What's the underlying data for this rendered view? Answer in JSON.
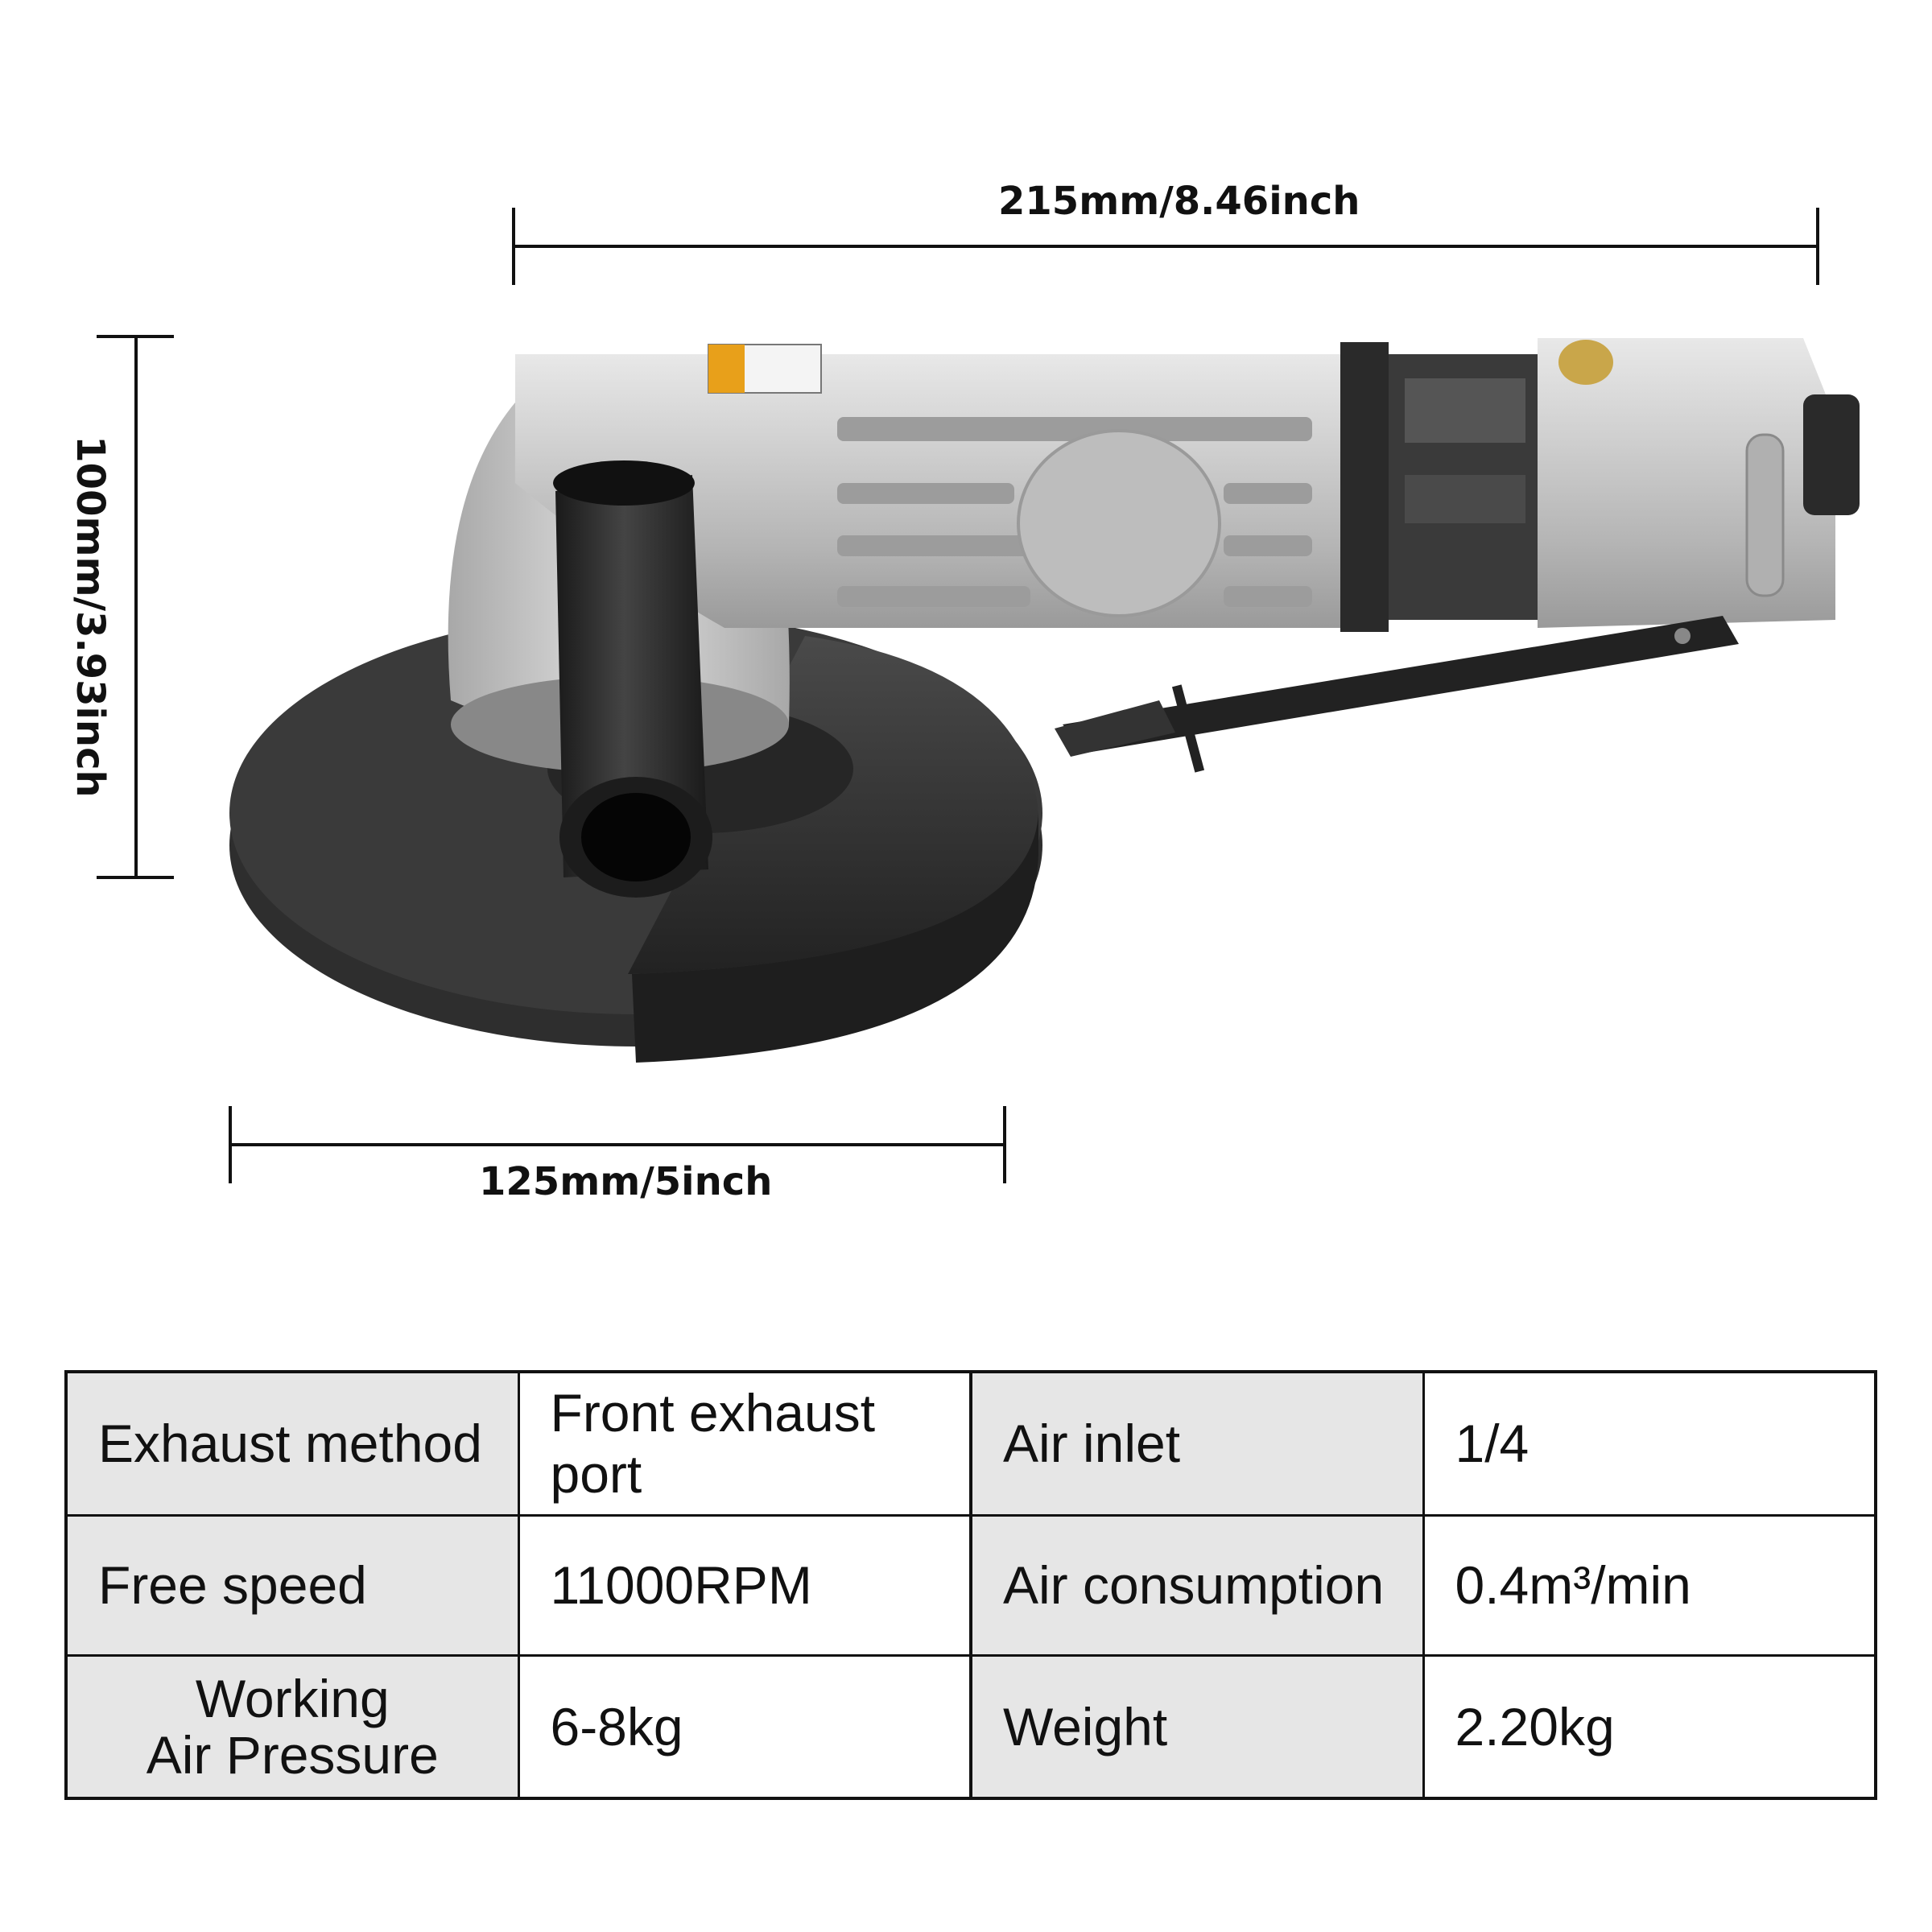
{
  "dimensions": {
    "length": "215mm/8.46inch",
    "height": "100mm/3.93inch",
    "disc": "125mm/5inch"
  },
  "colors": {
    "background": "#ffffff",
    "table_label_cell": "#e6e6e6",
    "tool_body": "#c8c8c8",
    "disc": "#2b2b2b"
  },
  "specs": {
    "rows": [
      {
        "k1": "Exhaust method",
        "v1": "Front exhaust port",
        "k2": "Air inlet",
        "v2": "1/4"
      },
      {
        "k1": "Free speed",
        "v1": "11000RPM",
        "k2": "Air consumption",
        "v2": "0.4m³/min"
      },
      {
        "k1": "Working\nAir Pressure",
        "v1": "6-8kg",
        "k2": "Weight",
        "v2": "2.20kg"
      }
    ]
  }
}
